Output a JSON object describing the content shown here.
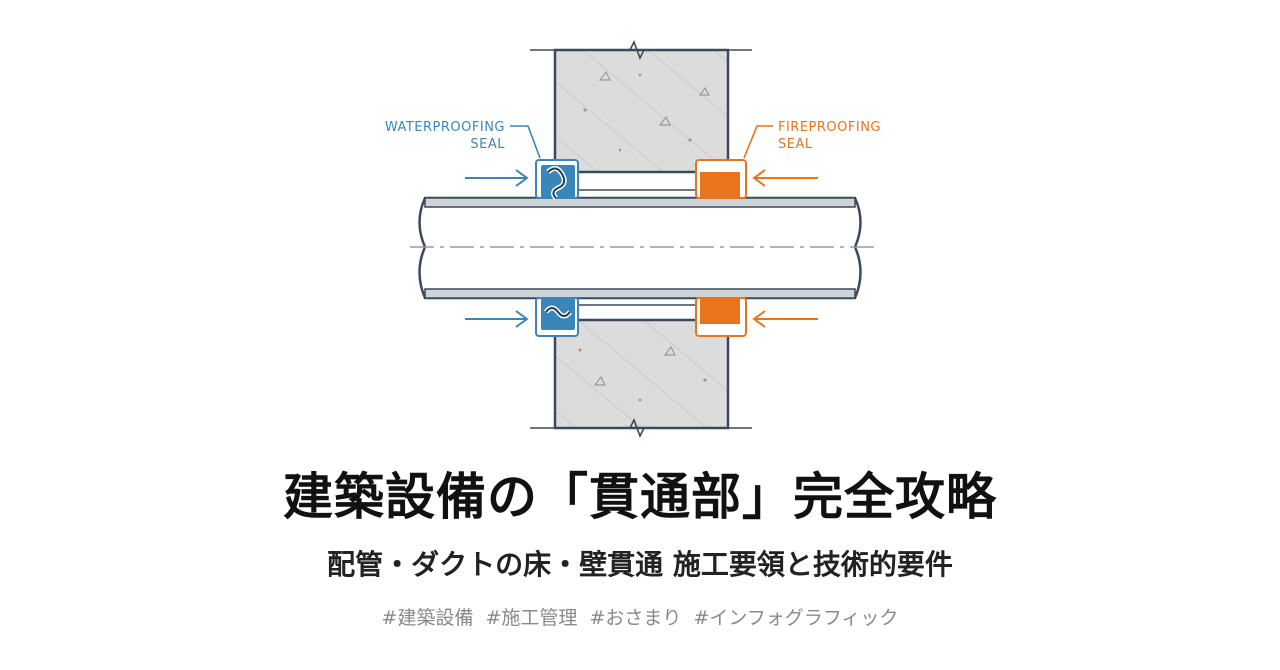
{
  "diagram": {
    "labels": {
      "waterproofing": [
        "WATERPROOFING",
        "SEAL"
      ],
      "fireproofing": [
        "FIREPROOFING",
        "SEAL"
      ]
    },
    "colors": {
      "waterproofing": "#3a86b8",
      "fireproofing": "#e8741e",
      "concrete": "#dcdcdc",
      "outline": "#3b4a5a",
      "pipe": "#ffffff",
      "pipe_shell": "#cfd4d9"
    }
  },
  "heading": {
    "title": "建築設備の「貫通部」完全攻略",
    "subtitle": "配管・ダクトの床・壁貫通 施工要領と技術的要件",
    "tags": [
      "#建築設備",
      "#施工管理",
      "#おさまり",
      "#インフォグラフィック"
    ]
  }
}
